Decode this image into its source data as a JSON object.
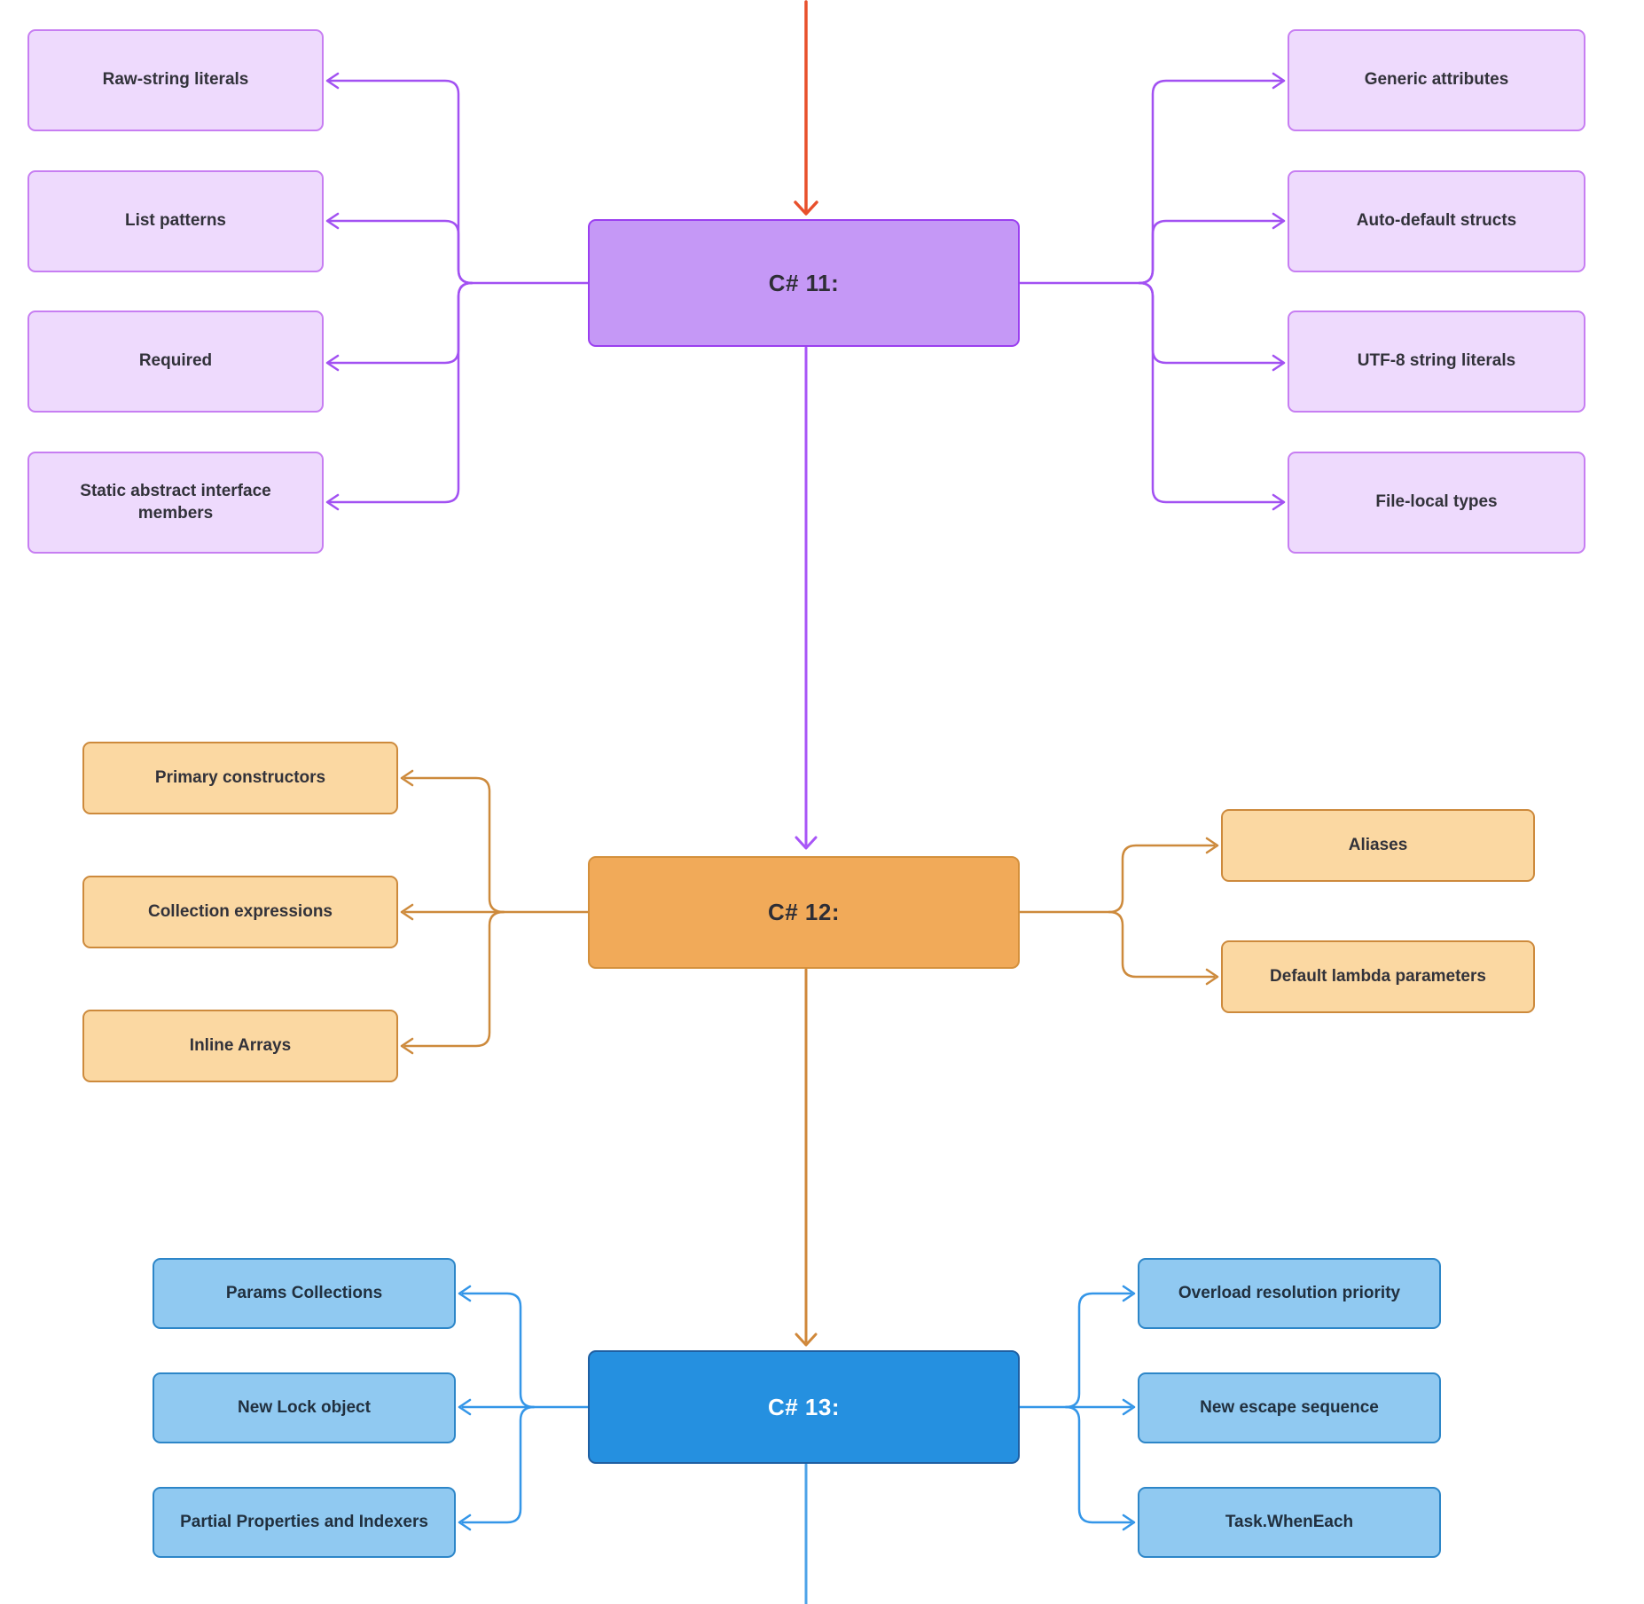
{
  "sections": [
    {
      "id": "csharp-11",
      "title": "C# 11:",
      "left": [
        "Raw-string literals",
        "List patterns",
        "Required",
        "Static abstract interface members"
      ],
      "right": [
        "Generic attributes",
        "Auto-default structs",
        "UTF-8 string literals",
        "File-local types"
      ]
    },
    {
      "id": "csharp-12",
      "title": "C# 12:",
      "left": [
        "Primary constructors",
        "Collection expressions",
        "Inline Arrays"
      ],
      "right": [
        "Aliases",
        "Default lambda parameters"
      ]
    },
    {
      "id": "csharp-13",
      "title": "C# 13:",
      "left": [
        "Params Collections",
        "New Lock object",
        "Partial Properties and Indexers"
      ],
      "right": [
        "Overload resolution priority",
        "New escape sequence",
        "Task.WhenEach"
      ]
    }
  ],
  "colors": {
    "c11_node_fill": "#c598f6",
    "c11_node_border": "#9b3ff0",
    "c11_leaf_fill": "#eedafd",
    "c11_leaf_border": "#c77ef2",
    "c11_line": "#a251f2",
    "c12_node_fill": "#f1aa59",
    "c12_node_border": "#d4903c",
    "c12_leaf_fill": "#fbd8a2",
    "c12_leaf_border": "#cd8a3c",
    "c12_line": "#cd8a3c",
    "c13_node_fill": "#2590e0",
    "c13_node_border": "#1f5fa2",
    "c13_leaf_fill": "#90c9f1",
    "c13_leaf_border": "#2d86c8",
    "c13_line": "#3496e8",
    "incoming_arrow": "#e8502c",
    "text_dark": "#32323a",
    "text_light": "#ffffff"
  }
}
